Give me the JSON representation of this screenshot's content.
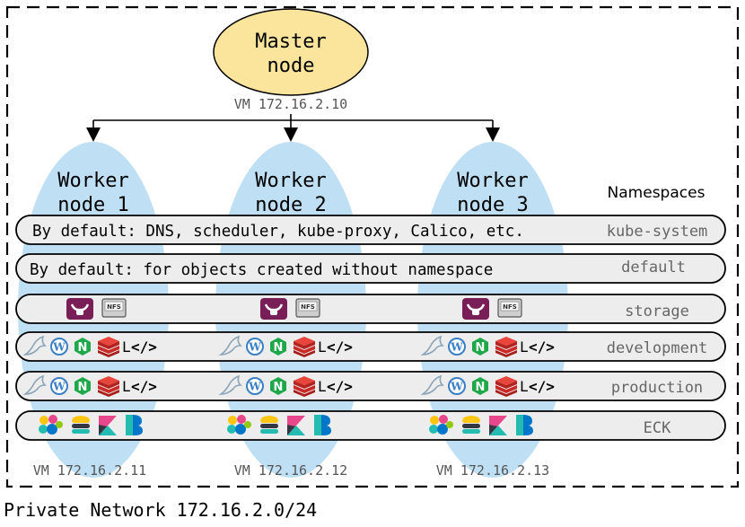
{
  "master": {
    "label_line1": "Master",
    "label_line2": "node",
    "vm": "VM 172.16.2.10"
  },
  "workers": [
    {
      "line1": "Worker",
      "line2": "node 1",
      "vm": "VM 172.16.2.11"
    },
    {
      "line1": "Worker",
      "line2": "node 2",
      "vm": "VM 172.16.2.12"
    },
    {
      "line1": "Worker",
      "line2": "node 3",
      "vm": "VM 172.16.2.13"
    }
  ],
  "namespaces_header": "Namespaces",
  "namespaces": [
    {
      "name": "kube-system",
      "description": "By default: DNS, scheduler, kube-proxy, Calico, etc."
    },
    {
      "name": "default",
      "description": "By default: for objects created without namespace"
    },
    {
      "name": "storage",
      "description": ""
    },
    {
      "name": "development",
      "description": ""
    },
    {
      "name": "production",
      "description": ""
    },
    {
      "name": "ECK",
      "description": ""
    }
  ],
  "icons": {
    "storage": [
      "longhorn-icon",
      "nfs-icon"
    ],
    "apps": [
      "mysql-icon",
      "wordpress-icon",
      "nginx-icon",
      "redis-icon",
      "lens-icon",
      "code-icon"
    ],
    "eck": [
      "elastic-cluster-icon",
      "elasticsearch-icon",
      "kibana-icon",
      "beats-icon"
    ]
  },
  "icon_text": {
    "nfs": "NFS",
    "l": "L",
    "code": "</>"
  },
  "network_label": "Private Network 172.16.2.0/24",
  "colors": {
    "master_fill": "#fbe59c",
    "worker_fill": "#bfe0f4",
    "band_fill": "#ededed",
    "longhorn": "#7a1e58",
    "nginx": "#1ea84a",
    "redis": "#d8302c",
    "wordpress": "#3a7fc4",
    "kibana_pink": "#e8478b",
    "elastic_teal": "#24bbb1",
    "elastic_yellow": "#fec514",
    "beats_blue": "#0277c9"
  }
}
